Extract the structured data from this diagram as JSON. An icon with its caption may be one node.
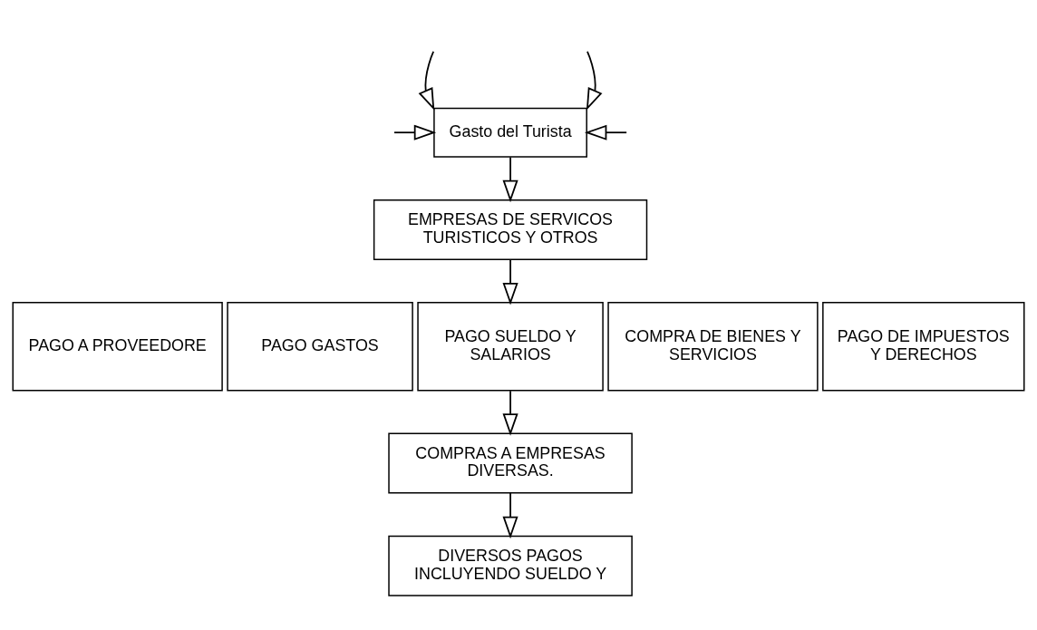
{
  "diagram": {
    "nodes": [
      {
        "text": [
          "Gasto del Turista"
        ]
      },
      {
        "text": [
          "EMPRESAS DE SERVICOS TURISTICOS Y OTROS"
        ]
      },
      {
        "text": [
          "PAGO A PROVEEDORE"
        ]
      },
      {
        "text": [
          "PAGO GASTOS"
        ]
      },
      {
        "text": [
          "PAGO SUELDO Y SALARIOS"
        ]
      },
      {
        "text": [
          "COMPRA DE BIENES Y SERVICIOS"
        ]
      },
      {
        "text": [
          "PAGO DE IMPUESTOS Y DERECHOS"
        ]
      },
      {
        "text": [
          "COMPRAS A EMPRESAS DIVERSAS."
        ]
      },
      {
        "text": [
          "DIVERSOS PAGOS INCLUYENDO SUELDO Y"
        ]
      }
    ],
    "edges": [
      {
        "from": null,
        "to": 0,
        "arrow": "to"
      },
      {
        "from": null,
        "to": 0,
        "arrow": "to"
      },
      {
        "from": null,
        "to": 0,
        "arrow": "to"
      },
      {
        "from": null,
        "to": 0,
        "arrow": "to"
      },
      {
        "from": 0,
        "to": 1,
        "arrow": "to"
      },
      {
        "from": 1,
        "to": 4,
        "arrow": "to"
      },
      {
        "from": 4,
        "to": 7,
        "arrow": "to"
      },
      {
        "from": 7,
        "to": 8,
        "arrow": "to"
      }
    ]
  }
}
